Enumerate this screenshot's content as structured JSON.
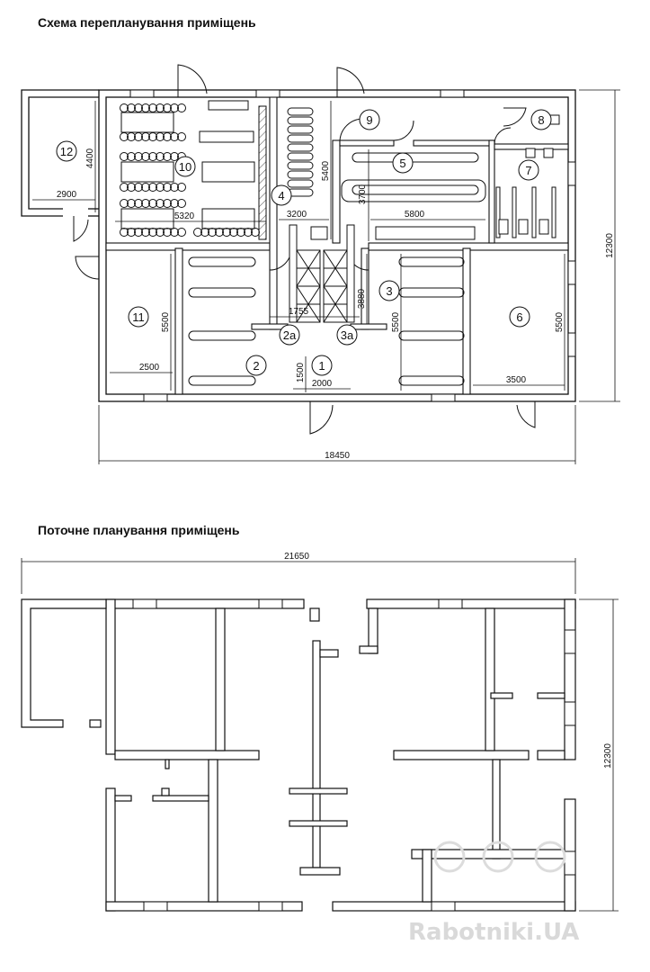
{
  "titles": {
    "planned": "Схема перепланування приміщень",
    "current": "Поточне планування приміщень"
  },
  "rooms": [
    {
      "id": "r1",
      "label": "1"
    },
    {
      "id": "r2",
      "label": "2"
    },
    {
      "id": "r2a",
      "label": "2а"
    },
    {
      "id": "r3",
      "label": "3"
    },
    {
      "id": "r3a",
      "label": "3а"
    },
    {
      "id": "r4",
      "label": "4"
    },
    {
      "id": "r5",
      "label": "5"
    },
    {
      "id": "r6",
      "label": "6"
    },
    {
      "id": "r7",
      "label": "7"
    },
    {
      "id": "r8",
      "label": "8"
    },
    {
      "id": "r9",
      "label": "9"
    },
    {
      "id": "r10",
      "label": "10"
    },
    {
      "id": "r11",
      "label": "11"
    },
    {
      "id": "r12",
      "label": "12"
    }
  ],
  "dimensions_top": {
    "d4400": "4400",
    "d2900": "2900",
    "d5320": "5320",
    "d3200": "3200",
    "d5400": "5400",
    "d3700": "3700",
    "d5800": "5800",
    "d1755": "1755",
    "d3880": "3880",
    "d5500a": "5500",
    "d5500b": "5500",
    "d5500c": "5500",
    "d2500": "2500",
    "d1500": "1500",
    "d2000": "2000",
    "d3500": "3500",
    "d12300": "12300",
    "d18450": "18450"
  },
  "dimensions_bottom": {
    "d21650": "21650",
    "d12300": "12300"
  },
  "watermark": "Rabotniki.UA",
  "colors": {
    "wall": "#ffffff",
    "stroke": "#111111",
    "watermark": "#d9d9d9"
  }
}
